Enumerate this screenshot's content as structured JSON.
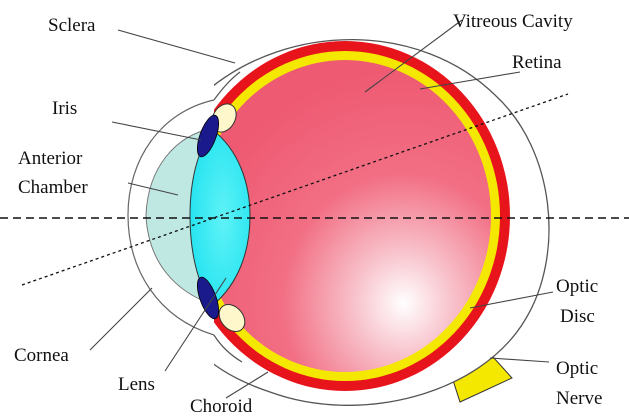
{
  "labels": {
    "sclera": "Sclera",
    "vitreous_cavity": "Vitreous Cavity",
    "retina": "Retina",
    "iris": "Iris",
    "anterior_chamber_line1": "Anterior",
    "anterior_chamber_line2": "Chamber",
    "cornea": "Cornea",
    "lens": "Lens",
    "choroid": "Choroid",
    "optic_disc_line1": "Optic",
    "optic_disc_line2": "Disc",
    "optic_nerve_line1": "Optic",
    "optic_nerve_line2": "Nerve"
  },
  "colors": {
    "sclera_outline": "#555555",
    "choroid": "#e8141c",
    "retina": "#f5e800",
    "vitreous": "#f0647a",
    "vitreous_highlight": "#ffffff",
    "lens": "#1ee6f0",
    "anterior_chamber": "#bfe8e3",
    "iris": "#1a1a8c",
    "ciliary_body": "#fff7cc",
    "optic_nerve": "#f5e800"
  }
}
